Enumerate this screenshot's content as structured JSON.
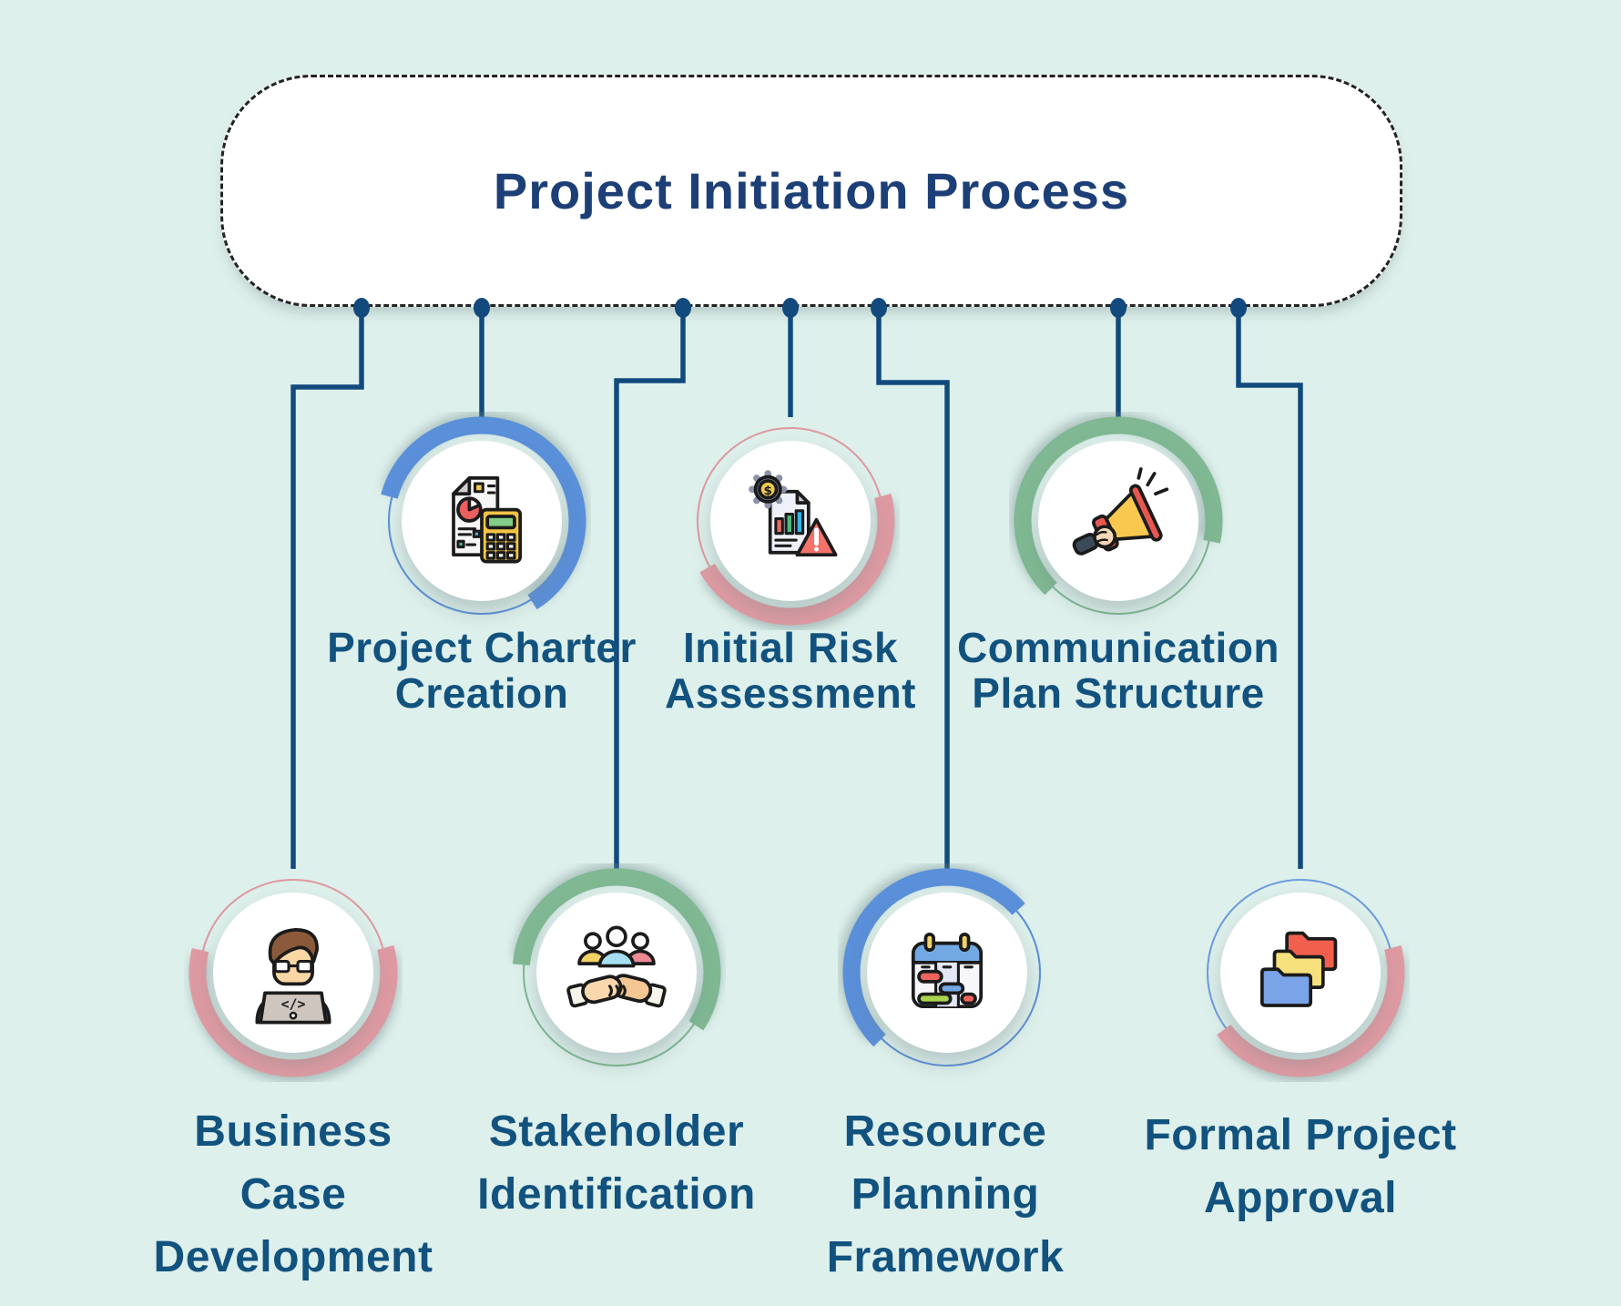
{
  "title": "Project Initiation Process",
  "colors": {
    "background": "#DEF0EC",
    "connector": "#124A7D",
    "title_text": "#1D3F77",
    "label_text": "#12527E",
    "ring_blue": "#5A8FD9",
    "ring_green": "#7FB893",
    "ring_pink": "#DE9AA2",
    "ring_thin_blue": "#6D9CDF"
  },
  "nodes": [
    {
      "id": "project-charter-creation",
      "label_lines": [
        "Project Charter",
        "Creation"
      ],
      "icon": "report-calculator-icon",
      "ring_color": "#5A8FD9"
    },
    {
      "id": "initial-risk-assessment",
      "label_lines": [
        "Initial Risk",
        "Assessment"
      ],
      "icon": "risk-document-icon",
      "ring_color": "#DE9AA2"
    },
    {
      "id": "communication-plan-structure",
      "label_lines": [
        "Communication",
        "Plan Structure"
      ],
      "icon": "megaphone-icon",
      "ring_color": "#7FB893"
    },
    {
      "id": "business-case-development",
      "label_lines": [
        "Business",
        "Case",
        "Development"
      ],
      "icon": "developer-icon",
      "ring_color": "#DE9AA2"
    },
    {
      "id": "stakeholder-identification",
      "label_lines": [
        "Stakeholder",
        "Identification"
      ],
      "icon": "handshake-icon",
      "ring_color": "#7FB893"
    },
    {
      "id": "resource-planning-framework",
      "label_lines": [
        "Resource",
        "Planning",
        "Framework"
      ],
      "icon": "schedule-board-icon",
      "ring_color": "#5A8FD9"
    },
    {
      "id": "formal-project-approval",
      "label_lines": [
        "Formal Project",
        "Approval"
      ],
      "icon": "folders-icon",
      "ring_color": "#DE9AA2",
      "ring_thin_color": "#6D9CDF"
    }
  ],
  "icon_glyphs": {
    "gear_coin": "$",
    "laptop_code": "</>"
  }
}
